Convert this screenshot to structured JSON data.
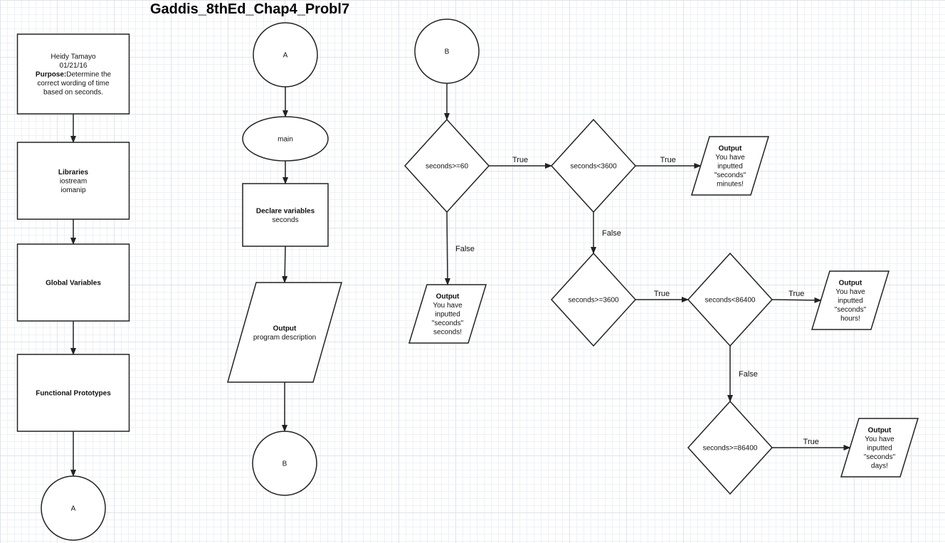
{
  "diagram": {
    "title": "Gaddis_8thEd_Chap4_Probl7",
    "colors": {
      "stroke": "#222222",
      "fill": "#ffffff",
      "grid": "#dfe3ea"
    },
    "nodes": [
      {
        "id": "header",
        "shape": "rect",
        "lines": [
          {
            "text": "Heidy Tamayo"
          },
          {
            "text": "01/21/16"
          },
          {
            "bold": "Purpose:",
            "text": "Determine the"
          },
          {
            "text": "correct wording of time"
          },
          {
            "text": "based on seconds."
          }
        ]
      },
      {
        "id": "libraries",
        "shape": "rect",
        "lines": [
          {
            "bold": "Libraries"
          },
          {
            "text": "iostream"
          },
          {
            "text": "iomanip"
          }
        ]
      },
      {
        "id": "globals",
        "shape": "rect",
        "lines": [
          {
            "bold": "Global Variables"
          }
        ]
      },
      {
        "id": "prototypes",
        "shape": "rect",
        "lines": [
          {
            "bold": "Functional Prototypes"
          }
        ]
      },
      {
        "id": "conn-a-1",
        "shape": "circle",
        "lines": [
          {
            "text": "A"
          }
        ]
      },
      {
        "id": "conn-a-2",
        "shape": "circle",
        "lines": [
          {
            "text": "A"
          }
        ]
      },
      {
        "id": "main",
        "shape": "ellipse",
        "lines": [
          {
            "text": "main"
          }
        ]
      },
      {
        "id": "declare",
        "shape": "rect",
        "lines": [
          {
            "bold": "Declare variables"
          },
          {
            "text": "seconds"
          }
        ]
      },
      {
        "id": "out-desc",
        "shape": "parallelogram",
        "lines": [
          {
            "bold": "Output"
          },
          {
            "text": "program description"
          }
        ]
      },
      {
        "id": "conn-b-1",
        "shape": "circle",
        "lines": [
          {
            "text": "B"
          }
        ]
      },
      {
        "id": "conn-b-2",
        "shape": "circle",
        "lines": [
          {
            "text": "B"
          }
        ]
      },
      {
        "id": "d60",
        "shape": "diamond",
        "lines": [
          {
            "text": "seconds>=60"
          }
        ]
      },
      {
        "id": "out-seconds",
        "shape": "parallelogram",
        "lines": [
          {
            "bold": "Output"
          },
          {
            "text": "You have"
          },
          {
            "text": "inputted"
          },
          {
            "text": "\"seconds\""
          },
          {
            "text": "seconds!"
          }
        ]
      },
      {
        "id": "d3600",
        "shape": "diamond",
        "lines": [
          {
            "text": "seconds<3600"
          }
        ]
      },
      {
        "id": "out-minutes",
        "shape": "parallelogram",
        "lines": [
          {
            "bold": "Output"
          },
          {
            "text": "You have"
          },
          {
            "text": "inputted"
          },
          {
            "text": "\"seconds\""
          },
          {
            "text": "minutes!"
          }
        ]
      },
      {
        "id": "d3600b",
        "shape": "diamond",
        "lines": [
          {
            "text": "seconds>=3600"
          }
        ]
      },
      {
        "id": "d86400",
        "shape": "diamond",
        "lines": [
          {
            "text": "seconds<86400"
          }
        ]
      },
      {
        "id": "out-hours",
        "shape": "parallelogram",
        "lines": [
          {
            "bold": "Output"
          },
          {
            "text": "You have"
          },
          {
            "text": "inputted"
          },
          {
            "text": "\"seconds\""
          },
          {
            "text": "hours!"
          }
        ]
      },
      {
        "id": "d86400b",
        "shape": "diamond",
        "lines": [
          {
            "text": "seconds>=86400"
          }
        ]
      },
      {
        "id": "out-days",
        "shape": "parallelogram",
        "lines": [
          {
            "bold": "Output"
          },
          {
            "text": "You have"
          },
          {
            "text": "inputted"
          },
          {
            "text": "\"seconds\""
          },
          {
            "text": "days!"
          }
        ]
      }
    ],
    "edges": [
      {
        "from": "header",
        "to": "libraries"
      },
      {
        "from": "libraries",
        "to": "globals"
      },
      {
        "from": "globals",
        "to": "prototypes"
      },
      {
        "from": "prototypes",
        "to": "conn-a-1"
      },
      {
        "from": "conn-a-2",
        "to": "main"
      },
      {
        "from": "main",
        "to": "declare"
      },
      {
        "from": "declare",
        "to": "out-desc"
      },
      {
        "from": "out-desc",
        "to": "conn-b-1"
      },
      {
        "from": "conn-b-2",
        "to": "d60"
      },
      {
        "from": "d60",
        "to": "d3600",
        "label": "True"
      },
      {
        "from": "d60",
        "to": "out-seconds",
        "label": "False"
      },
      {
        "from": "d3600",
        "to": "out-minutes",
        "label": "True"
      },
      {
        "from": "d3600",
        "to": "d3600b",
        "label": "False"
      },
      {
        "from": "d3600b",
        "to": "d86400",
        "label": "True"
      },
      {
        "from": "d86400",
        "to": "out-hours",
        "label": "True"
      },
      {
        "from": "d86400",
        "to": "d86400b",
        "label": "False"
      },
      {
        "from": "d86400b",
        "to": "out-days",
        "label": "True"
      }
    ]
  }
}
